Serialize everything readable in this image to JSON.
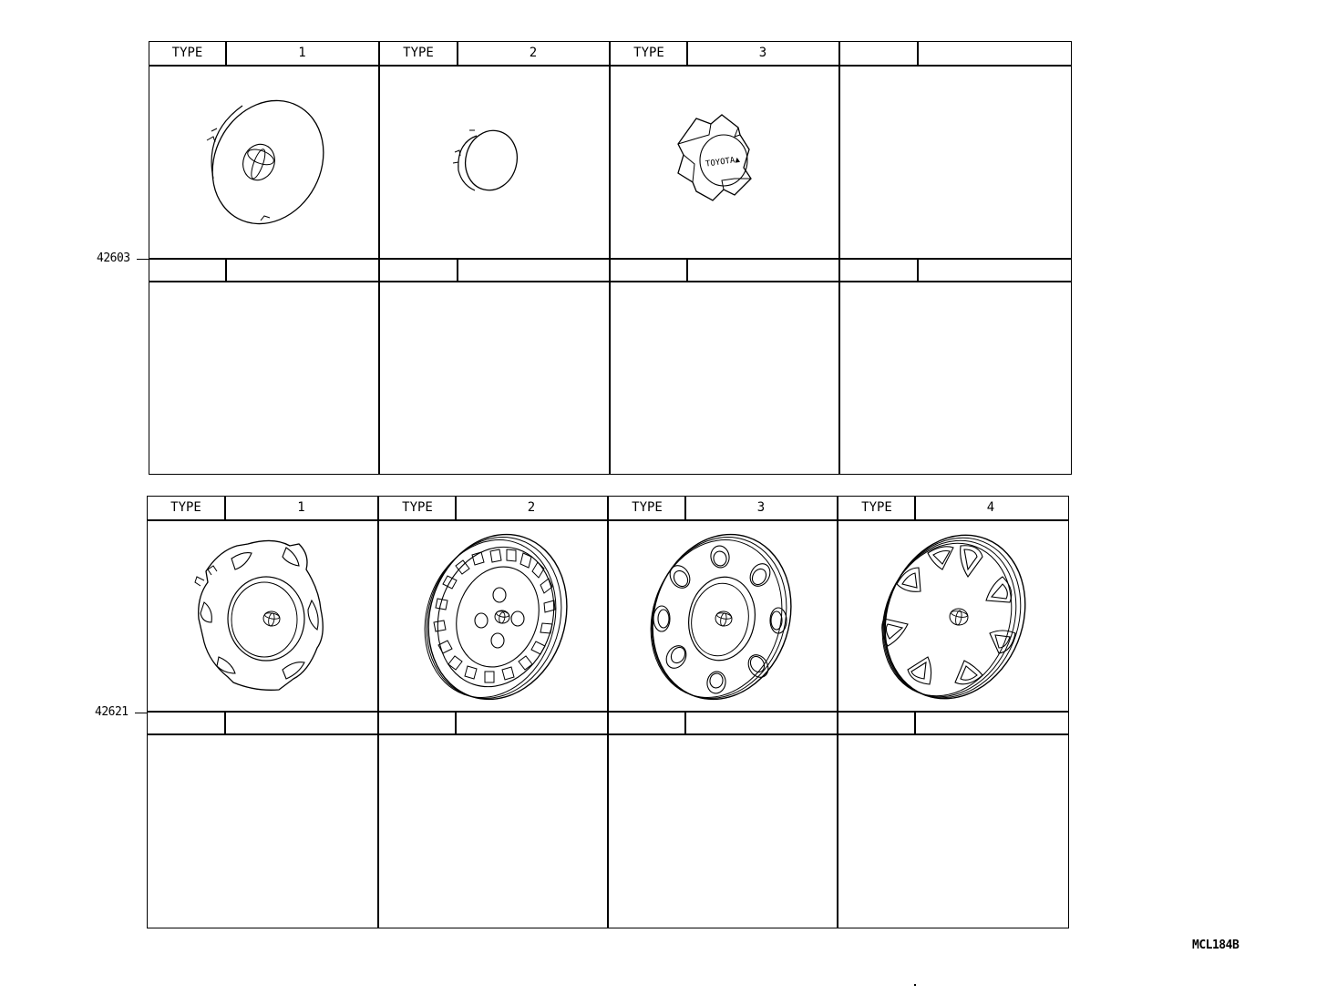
{
  "sections": [
    {
      "part_number": "42603",
      "columns": [
        {
          "type_label": "TYPE",
          "type_value": "1",
          "item": "center-cap-round-emblem-icon"
        },
        {
          "type_label": "TYPE",
          "type_value": "2",
          "item": "center-cap-small-plug-icon"
        },
        {
          "type_label": "TYPE",
          "type_value": "3",
          "item": "center-cap-hex-toyota-icon",
          "emblem_text": "TOYOTA▲"
        },
        {
          "type_label": "",
          "type_value": "",
          "item": ""
        }
      ]
    },
    {
      "part_number": "42621",
      "columns": [
        {
          "type_label": "TYPE",
          "type_value": "1",
          "item": "wheel-cover-six-slot-icon"
        },
        {
          "type_label": "TYPE",
          "type_value": "2",
          "item": "wheel-cover-slotted-ring-icon"
        },
        {
          "type_label": "TYPE",
          "type_value": "3",
          "item": "wheel-cover-eight-hole-icon"
        },
        {
          "type_label": "TYPE",
          "type_value": "4",
          "item": "wheel-cover-turbine-icon"
        }
      ]
    }
  ],
  "catalog_code": "MCL184B"
}
